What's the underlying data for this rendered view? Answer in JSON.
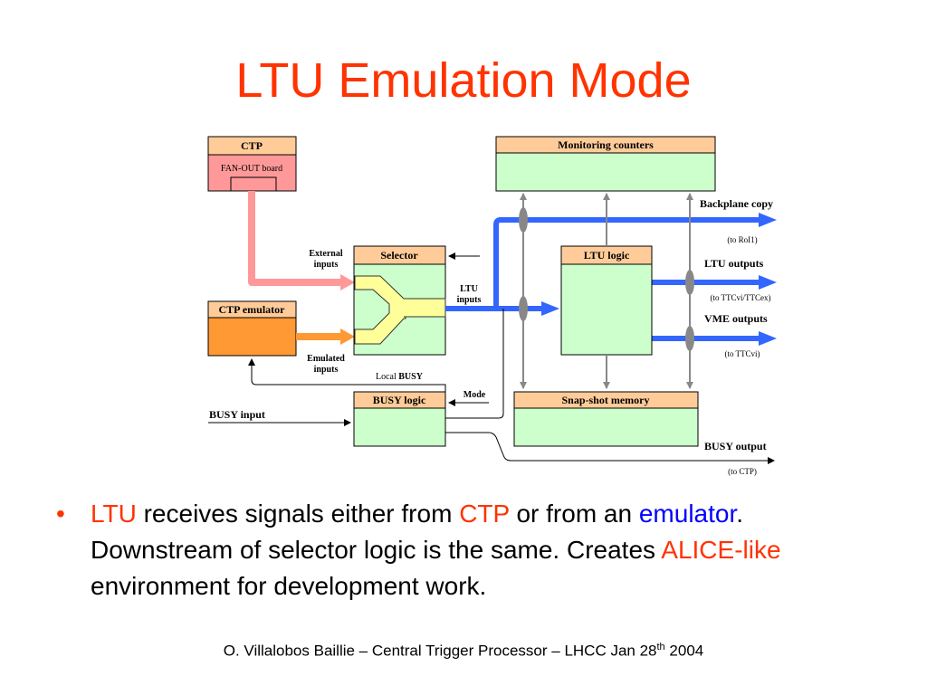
{
  "title": "LTU Emulation Mode",
  "diagram": {
    "ctp": "CTP",
    "fanout": "FAN-OUT board",
    "ctp_emulator": "CTP emulator",
    "external_inputs": [
      "External",
      "inputs"
    ],
    "emulated_inputs": [
      "Emulated",
      "inputs"
    ],
    "selector": "Selector",
    "ltu_inputs": [
      "LTU",
      "inputs"
    ],
    "local_busy_prefix": "Local ",
    "local_busy_bold": "BUSY",
    "busy_logic": "BUSY logic",
    "mode": "Mode",
    "busy_input": "BUSY input",
    "monitoring_counters": "Monitoring counters",
    "ltu_logic": "LTU logic",
    "snapshot_memory": "Snap-shot memory",
    "backplane_copy": "Backplane copy",
    "to_roi1": "(to RoI1)",
    "ltu_outputs": "LTU outputs",
    "to_ttcvi_ttcex": "(to TTCvi/TTCex)",
    "vme_outputs": "VME outputs",
    "to_ttcvi": "(to TTCvi)",
    "busy_output": "BUSY output",
    "to_ctp": "(to CTP)"
  },
  "bullet": {
    "p1": "LTU",
    "p2": " receives signals either from ",
    "p3": "CTP",
    "p4": " or from an ",
    "p5": "emulator",
    "p6": ". Downstream of selector logic is the same. Creates ",
    "p7": "ALICE-like",
    "p8": " environment for development work."
  },
  "footer": {
    "main": "O. Villalobos Baillie – Central Trigger Processor – LHCC Jan 28",
    "sup": "th",
    "year": " 2004"
  },
  "colors": {
    "title": "#ff3300",
    "box_header": "#ffcc99",
    "box_body": "#ccffcc",
    "ctp_body": "#ff9999",
    "emulator_body": "#ff9933",
    "bus_blue": "#3366ff",
    "pink_line": "#ff9999",
    "orange_line": "#ff9933"
  }
}
